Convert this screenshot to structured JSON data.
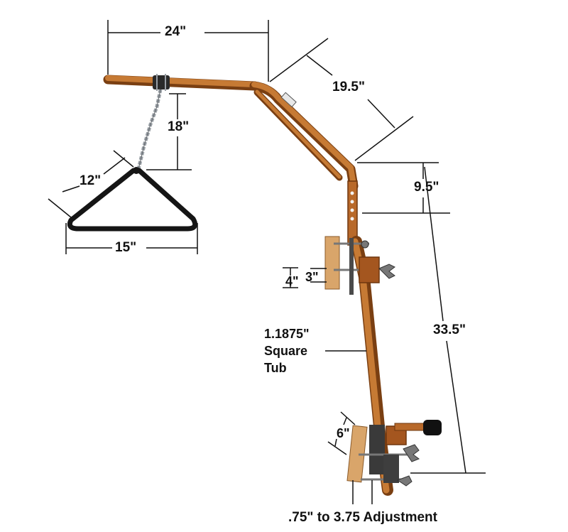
{
  "dimensions": {
    "top_width": "24\"",
    "diagonal_length": "19.5\"",
    "chain_drop": "18\"",
    "bar_vertical": "9.5\"",
    "overall_height": "33.5\"",
    "triangle_side": "12\"",
    "triangle_base": "15\"",
    "upper_pad_height": "4\"",
    "upper_pad_width": "3\"",
    "lower_pad_height": "6\""
  },
  "tube_label": {
    "line1": "1.1875\"",
    "line2": "Square",
    "line3": "Tub"
  },
  "adjustment_label": ".75\" to 3.75 Adjustment",
  "colors": {
    "frame": "#b8692a",
    "frame_shade": "#7a3f12",
    "handle": "#151515",
    "pad_wood": "#d9a56a",
    "knob": "#111111",
    "chain": "#9aa0a6"
  }
}
